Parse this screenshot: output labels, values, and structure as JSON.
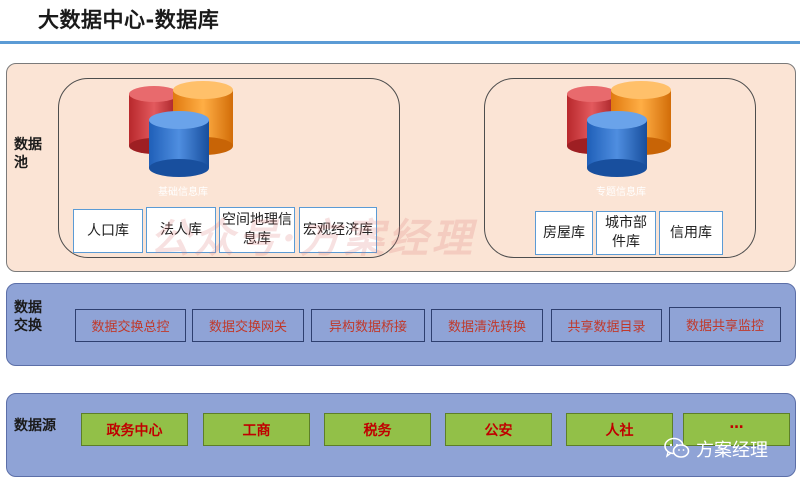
{
  "title": "大数据中心-数据库",
  "watermark": "公众号·方案经理",
  "layers": {
    "pool": {
      "label": "数据池",
      "groups": [
        {
          "caption": "基础信息库",
          "items": [
            "人口库",
            "法人库",
            "空间地理信息库",
            "宏观经济库"
          ]
        },
        {
          "caption": "专题信息库",
          "items": [
            "房屋库",
            "城市部件库",
            "信用库"
          ]
        }
      ]
    },
    "exchange": {
      "label": "数据交换",
      "items": [
        "数据交换总控",
        "数据交换网关",
        "异构数据桥接",
        "数据清洗转换",
        "共享数据目录",
        "数据共享监控"
      ]
    },
    "source": {
      "label": "数据源",
      "items": [
        "政务中心",
        "工商",
        "税务",
        "公安",
        "人社",
        "…"
      ]
    }
  },
  "brand": {
    "text": "方案经理",
    "icon": "wechat-icon"
  },
  "colors": {
    "pool_bg": "#fbe4d5",
    "exchange_bg": "#8fa3d6",
    "source_bg": "#8fa3d6",
    "source_item": "#92c048",
    "title_rule": "#5b9bd5",
    "exchange_text": "#c0392b",
    "source_text": "#c00000"
  }
}
